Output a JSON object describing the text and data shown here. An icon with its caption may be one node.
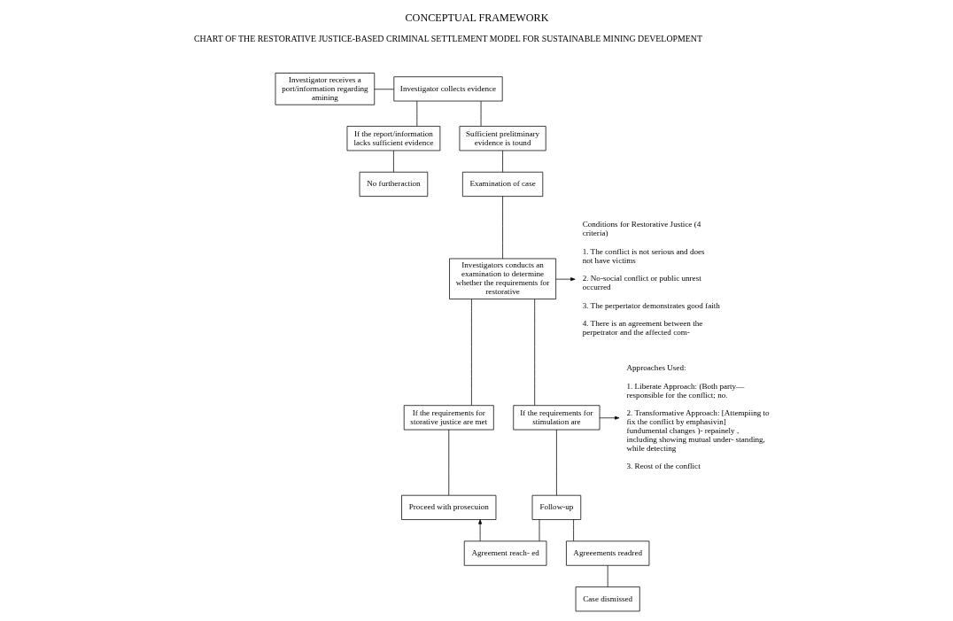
{
  "diagram": {
    "title": "CONCEPTUAL FRAMEWORK",
    "nodes": [
      {
        "text": [
          "Investigator receives a port/information regarding amining"
        ]
      },
      {
        "text": [
          "Investigator collects evidence"
        ]
      },
      {
        "text": [
          "If the report/information lacks sufficient evidence"
        ]
      },
      {
        "text": [
          "No furtheraction"
        ]
      },
      {
        "text": [
          "Sufficient prelitminary evidence is tound"
        ]
      },
      {
        "text": [
          "Examination of case"
        ]
      },
      {
        "text": [
          "Investigators conducts an examination to determine whether the requirements for restorative"
        ]
      },
      {
        "text": [
          "Conditions for Restorative Justice (4 criteria)",
          "1. The conflict is not serious and does not have victims",
          "2. No-social conflict or public unrest occurred",
          "3. The perpertator demonstrates good faith",
          "4. There is an agreement between the perpetrator and the affected com-"
        ]
      },
      {
        "text": [
          "If the requirements for storative justice are met"
        ]
      },
      {
        "text": [
          "Proceed with prosecuion"
        ]
      },
      {
        "text": [
          "If the requirements for stimulation are"
        ]
      },
      {
        "text": [
          "Approaches Used:",
          "1. Liberate Approach: (Both party— responsible for the conflict; no.",
          "2. Transformative Approach: [Attempiing to fix the conflict by emphasivin] fundumental changes )- repainely , including showing mutual under- standing, while detecting",
          "3. Reost of the conflict"
        ]
      },
      {
        "text": [
          "Follow-up"
        ]
      },
      {
        "text": [
          "Agreement reach- ed"
        ]
      },
      {
        "text": [
          "Agreeements readred"
        ]
      },
      {
        "text": [
          "Case dismissed"
        ]
      }
    ],
    "edges": [
      {
        "from": 0,
        "to": 1,
        "arrow": "none"
      },
      {
        "from": 1,
        "to": 2,
        "arrow": "none"
      },
      {
        "from": 1,
        "to": 4,
        "arrow": "none"
      },
      {
        "from": 2,
        "to": 3,
        "arrow": "none"
      },
      {
        "from": 4,
        "to": 5,
        "arrow": "none"
      },
      {
        "from": 5,
        "to": 6,
        "arrow": "none"
      },
      {
        "from": 6,
        "to": 7,
        "arrow": "to"
      },
      {
        "from": 6,
        "to": 8,
        "arrow": "none"
      },
      {
        "from": 6,
        "to": 10,
        "arrow": "none"
      },
      {
        "from": 8,
        "to": 9,
        "arrow": "none"
      },
      {
        "from": 10,
        "to": 11,
        "arrow": "to"
      },
      {
        "from": 10,
        "to": 12,
        "arrow": "none"
      },
      {
        "from": 12,
        "to": 13,
        "arrow": "none"
      },
      {
        "from": 12,
        "to": 14,
        "arrow": "none"
      },
      {
        "from": 14,
        "to": 15,
        "arrow": "none"
      },
      {
        "from": 13,
        "to": 9,
        "arrow": "to"
      }
    ],
    "labels": [
      "CHART OF THE RESTORATIVE JUSTICE-BASED CRIMINAL SETTLEMENT MODEL FOR SUSTAINABLE MINING DEVELOPMENT"
    ]
  }
}
